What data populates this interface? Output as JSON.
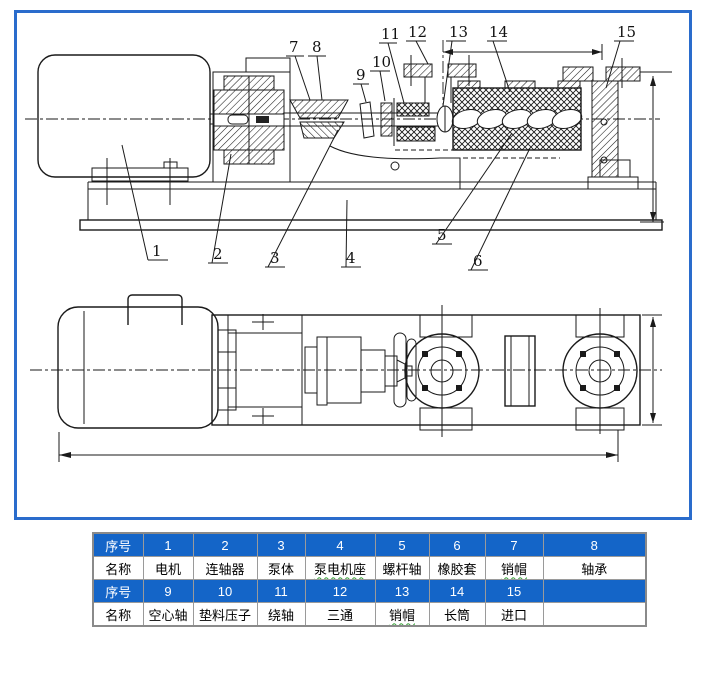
{
  "diagram": {
    "border_color": "#2a6ccc",
    "description_views": [
      "side-section-view",
      "plan-view"
    ],
    "callouts_top": [
      "7",
      "8",
      "9",
      "10",
      "11",
      "12",
      "13",
      "14",
      "15"
    ],
    "callouts_bottom": [
      "1",
      "2",
      "3",
      "4",
      "5",
      "6"
    ]
  },
  "parts_table": {
    "header_bg": "#1465c8",
    "rows": [
      [
        "序号",
        "1",
        "2",
        "3",
        "4",
        "5",
        "6",
        "7",
        "8"
      ],
      [
        "名称",
        "电机",
        "连轴器",
        "泵体",
        "泵电机座",
        "螺杆轴",
        "橡胶套",
        "销帽",
        "轴承"
      ],
      [
        "序号",
        "9",
        "10",
        "11",
        "12",
        "13",
        "14",
        "15",
        ""
      ],
      [
        "名称",
        "空心轴",
        "垫料压子",
        "绕轴",
        "三通",
        "销帽",
        "长筒",
        "进口",
        ""
      ]
    ]
  }
}
